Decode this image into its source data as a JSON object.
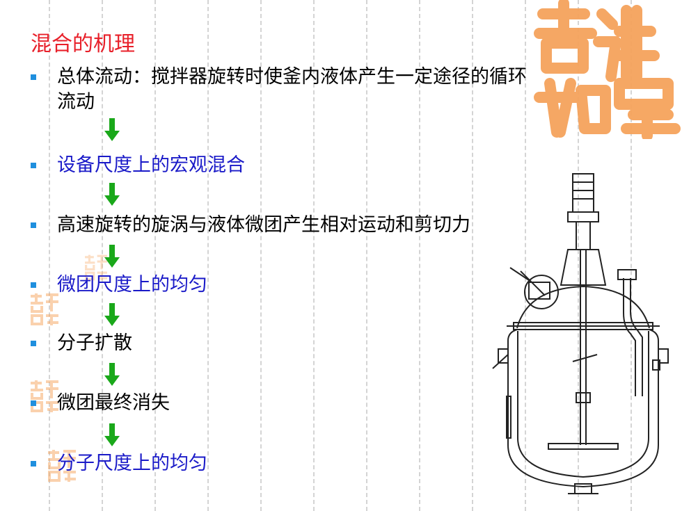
{
  "slide": {
    "title": "混合的机理",
    "seal_text": "吉祥如意",
    "items": [
      {
        "line1": "总体流动：搅拌器旋转时使釜内液体产生一定途径的循环",
        "line2": "流动",
        "style": "black"
      },
      {
        "text": "设备尺度上的宏观混合",
        "style": "blue"
      },
      {
        "text": "高速旋转的旋涡与液体微团产生相对运动和剪切力",
        "style": "black"
      },
      {
        "text": "微团尺度上的均匀",
        "style": "blue"
      },
      {
        "text": "分子扩散",
        "style": "black"
      },
      {
        "text": "微团最终消失",
        "style": "black"
      },
      {
        "text": "分子尺度上的均匀",
        "style": "blue"
      }
    ]
  },
  "colors": {
    "title": "#e8202a",
    "bullet": "#1f8fde",
    "blue_text": "#1a1ac8",
    "arrow": "#1aa81a",
    "seal": "#f5a35c"
  },
  "icons": {
    "bullet": "square-bullet-icon",
    "arrow": "down-arrow-icon",
    "seal": "seal-logo",
    "illustration": "stirred-tank-reactor-drawing"
  }
}
